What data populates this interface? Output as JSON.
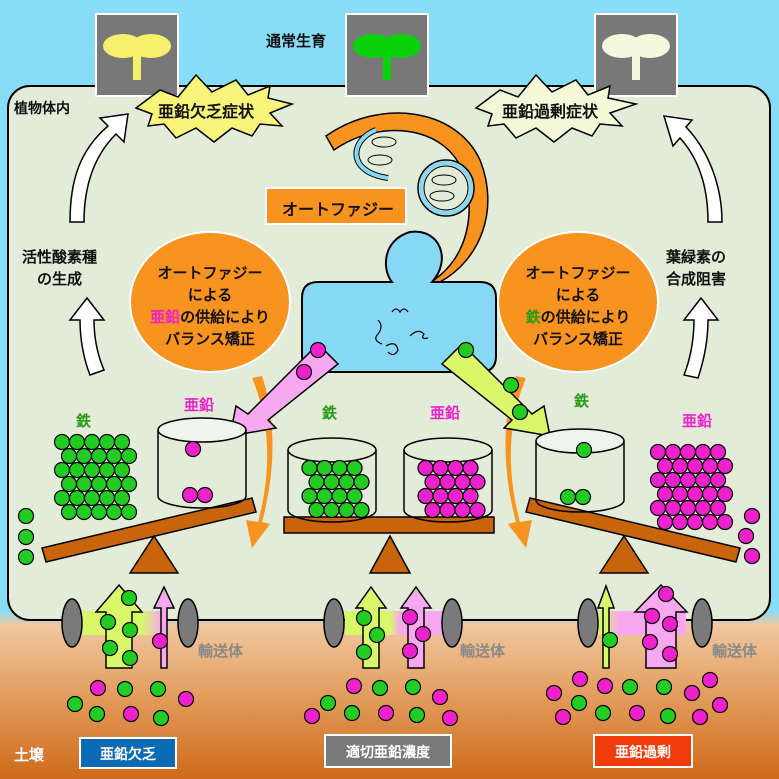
{
  "header": {
    "normal_growth": "通常生育",
    "region_inside_plant": "植物体内",
    "region_soil": "土壌"
  },
  "symptoms": {
    "deficiency": "亜鉛欠乏症状",
    "excess": "亜鉛過剰症状"
  },
  "seedlings": [
    {
      "state": "deficiency",
      "color": "#f6f06a"
    },
    {
      "state": "normal",
      "color": "#0ad20a"
    },
    {
      "state": "excess",
      "color": "#f4f8dc"
    }
  ],
  "effects": {
    "left_line1": "活性酸素種",
    "left_line2": "の生成",
    "right_line1": "葉緑素の",
    "right_line2": "合成阻害"
  },
  "autophagy": {
    "label": "オートファジー",
    "left_bubble": {
      "line1": "オートファジー",
      "line2": "による",
      "highlight": "亜鉛",
      "line3_rest": "の供給により",
      "line4": "バランス矯正"
    },
    "right_bubble": {
      "line1": "オートファジー",
      "line2": "による",
      "highlight": "鉄",
      "line3_rest": "の供給により",
      "line4": "バランス矯正"
    }
  },
  "elements": {
    "iron": "鉄",
    "zinc": "亜鉛",
    "iron_color": "#22cc22",
    "zinc_color": "#ee22cc"
  },
  "transporter_label": "輸送体",
  "conditions": [
    {
      "label": "亜鉛欠乏",
      "color": "#0a6ab4"
    },
    {
      "label": "適切亜鉛濃度",
      "color": "#7a7a7a"
    },
    {
      "label": "亜鉛過剰",
      "color": "#f03c0a"
    }
  ]
}
